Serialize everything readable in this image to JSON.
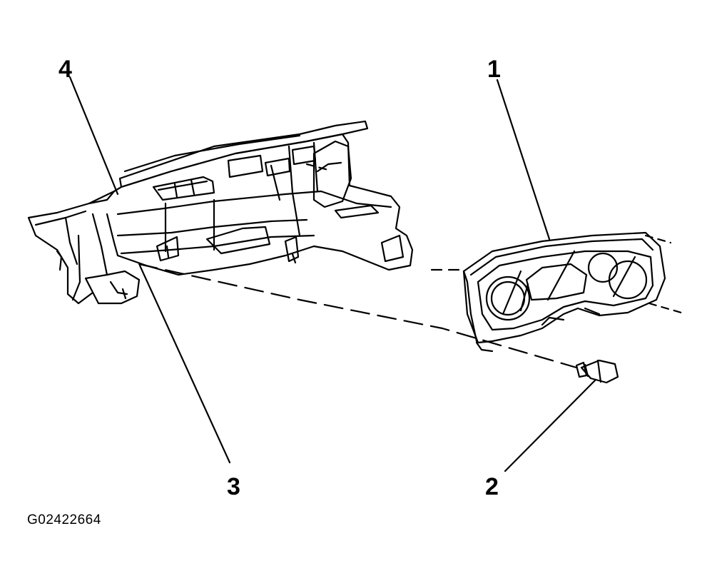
{
  "callouts": {
    "c1": "1",
    "c2": "2",
    "c3": "3",
    "c4": "4"
  },
  "figure_id": "G02422664",
  "colors": {
    "ink": "#000000",
    "paper": "#ffffff"
  }
}
